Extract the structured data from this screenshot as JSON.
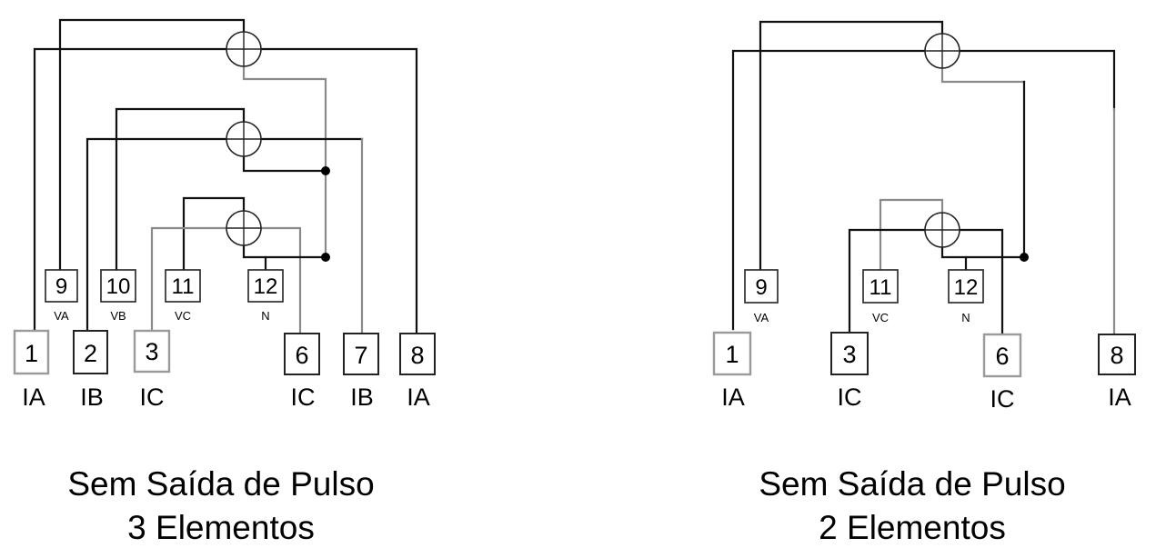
{
  "diagram_left": {
    "voltage_terminals": [
      {
        "number": "9",
        "phase": "VA"
      },
      {
        "number": "10",
        "phase": "VB"
      },
      {
        "number": "11",
        "phase": "VC"
      },
      {
        "number": "12",
        "phase": "N"
      }
    ],
    "current_terminals": [
      {
        "number": "1",
        "phase": "IA"
      },
      {
        "number": "2",
        "phase": "IB"
      },
      {
        "number": "3",
        "phase": "IC"
      },
      {
        "number": "6",
        "phase": "IC"
      },
      {
        "number": "7",
        "phase": "IB"
      },
      {
        "number": "8",
        "phase": "IA"
      }
    ],
    "caption_line1": "Sem Saída de Pulso",
    "caption_line2": "3 Elementos"
  },
  "diagram_right": {
    "voltage_terminals": [
      {
        "number": "9",
        "phase": "VA"
      },
      {
        "number": "11",
        "phase": "VC"
      },
      {
        "number": "12",
        "phase": "N"
      }
    ],
    "current_terminals": [
      {
        "number": "1",
        "phase": "IA"
      },
      {
        "number": "3",
        "phase": "IC"
      },
      {
        "number": "6",
        "phase": "IC"
      },
      {
        "number": "8",
        "phase": "IA"
      }
    ],
    "caption_line1": "Sem Saída de Pulso",
    "caption_line2": "2 Elementos"
  },
  "colors": {
    "wire_dark": "#111111",
    "wire_gray": "#8a8a8a",
    "background": "#ffffff"
  }
}
